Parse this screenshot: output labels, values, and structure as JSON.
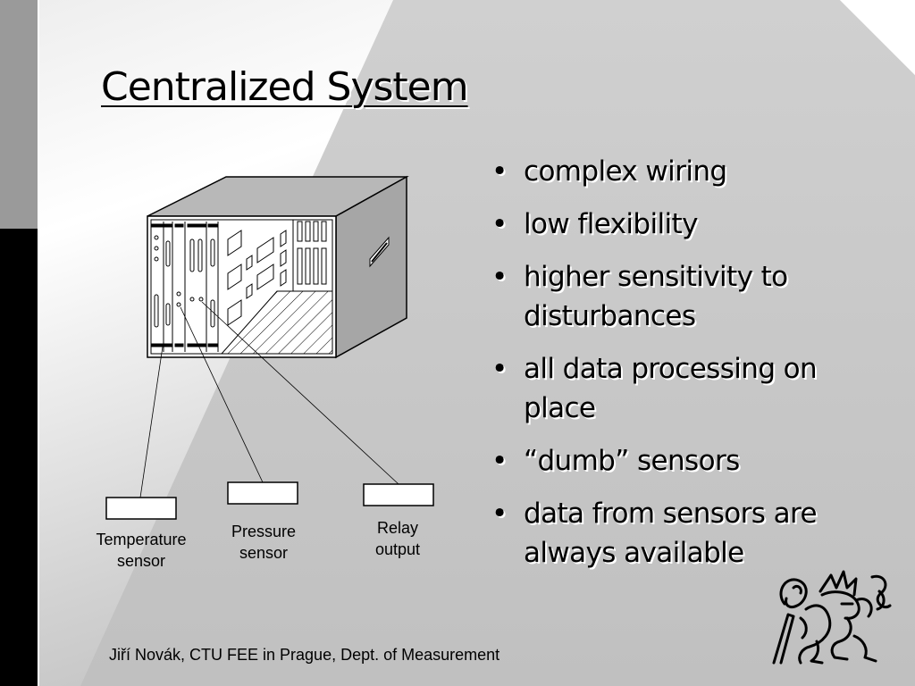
{
  "slide": {
    "title": "Centralized System",
    "bullets": [
      "complex wiring",
      "low flexibility",
      "higher sensitivity to disturbances",
      "all data processing on place",
      "“dumb” sensors",
      "data from sensors are always available"
    ],
    "diagram": {
      "temperature_label": "Temperature sensor",
      "pressure_label": "Pressure sensor",
      "relay_label": "Relay output"
    },
    "footer": "Jiří Novák, CTU FEE in Prague, Dept. of Measurement",
    "colors": {
      "left_bar_top": "#9a9a9a",
      "left_bar_bottom": "#000000",
      "background": "#d4d4d4",
      "cabinet_side": "#a6a6a6",
      "cabinet_top": "#b8b8b8"
    },
    "icons": [
      "lion-logo-icon"
    ]
  }
}
